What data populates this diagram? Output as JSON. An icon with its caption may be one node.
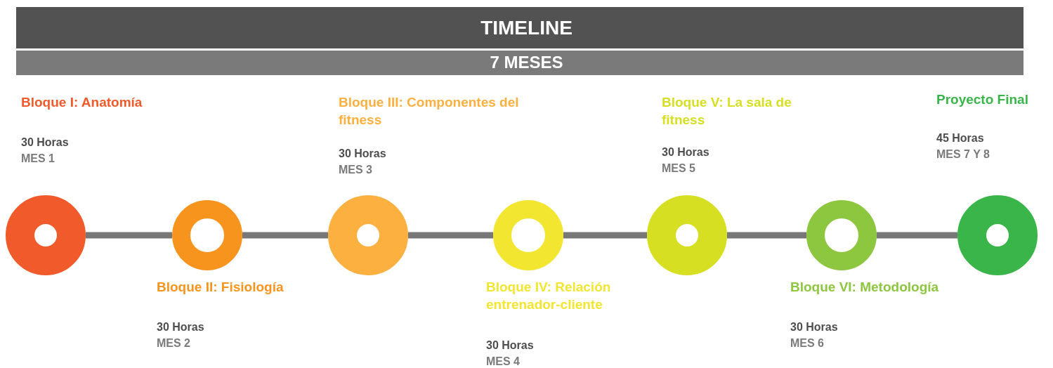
{
  "diagram": {
    "title": "TIMELINE",
    "nodes": [
      {
        "text": [
          "Bloque I: Anatomía",
          "30 Horas",
          "MES 1"
        ]
      },
      {
        "text": [
          "Bloque II:  Fisiología",
          "30 Horas",
          "MES 2"
        ]
      },
      {
        "text": [
          "Bloque III: Componentes del fitness",
          "30 Horas",
          "MES 3"
        ]
      },
      {
        "text": [
          "Bloque IV: Relación entrenador-cliente",
          "30 Horas",
          "MES 4"
        ]
      },
      {
        "text": [
          "Bloque V: La sala de fitness",
          "30 Horas",
          "MES 5"
        ]
      },
      {
        "text": [
          "Bloque VI: Metodología",
          "30 Horas",
          "MES 6"
        ]
      },
      {
        "text": [
          "Proyecto Final",
          "45 Horas",
          "MES 7 Y 8"
        ]
      }
    ],
    "edges": [
      {
        "from": 0,
        "to": 1,
        "arrow": "none"
      },
      {
        "from": 1,
        "to": 2,
        "arrow": "none"
      },
      {
        "from": 2,
        "to": 3,
        "arrow": "none"
      },
      {
        "from": 3,
        "to": 4,
        "arrow": "none"
      },
      {
        "from": 4,
        "to": 5,
        "arrow": "none"
      },
      {
        "from": 5,
        "to": 6,
        "arrow": "none"
      }
    ],
    "labels": [
      "7 MESES"
    ]
  }
}
